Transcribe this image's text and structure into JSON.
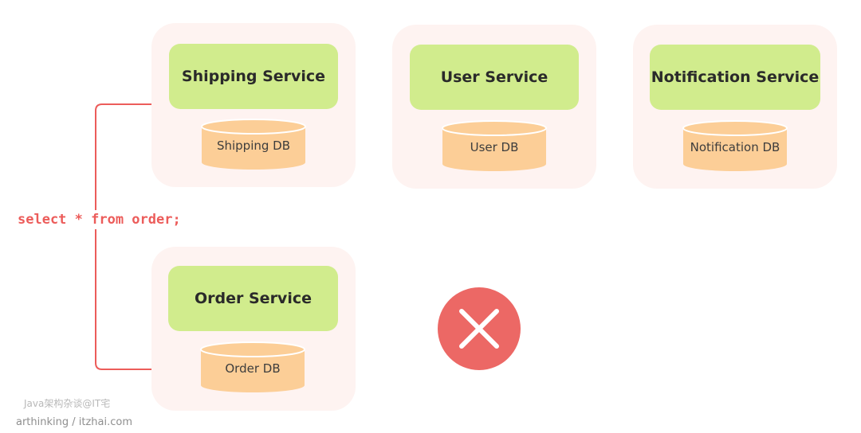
{
  "services": [
    {
      "name": "Shipping Service",
      "db": "Shipping DB"
    },
    {
      "name": "User Service",
      "db": "User DB"
    },
    {
      "name": "Notification Service",
      "db": "Notification DB"
    },
    {
      "name": "Order Service",
      "db": "Order DB"
    }
  ],
  "query": "select * from order;",
  "status": {
    "icon": "denied-x-icon",
    "color": "#ec6865"
  },
  "colors": {
    "group_bg": "#fef3f1",
    "service_bg": "#d1ec8d",
    "db_fill": "#fcce97",
    "arrow": "#ec5c5a"
  },
  "watermark": {
    "line1": "Java架构杂谈@IT宅",
    "line2": "arthinking / itzhai.com"
  }
}
